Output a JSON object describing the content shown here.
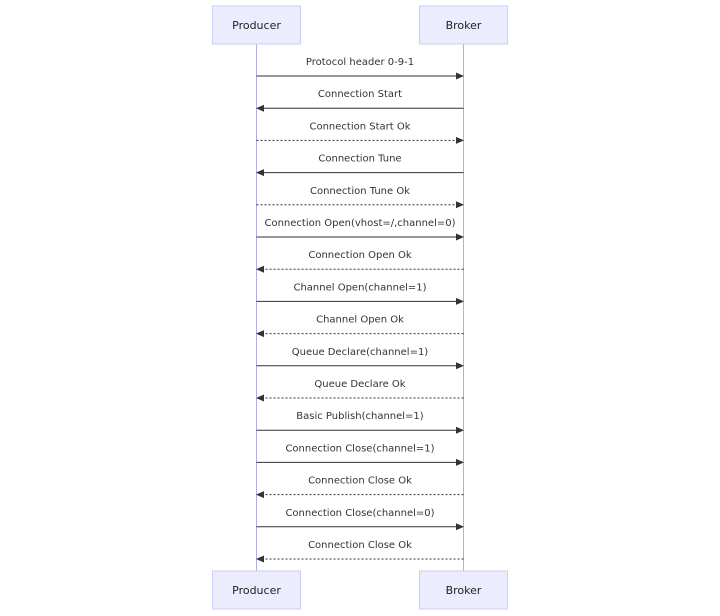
{
  "participants": [
    {
      "name": "Producer"
    },
    {
      "name": "Broker"
    }
  ],
  "messages": [
    {
      "label": "Protocol header 0-9-1",
      "from": "Producer",
      "to": "Broker",
      "style": "solid"
    },
    {
      "label": "Connection Start",
      "from": "Broker",
      "to": "Producer",
      "style": "solid"
    },
    {
      "label": "Connection Start Ok",
      "from": "Producer",
      "to": "Broker",
      "style": "dashed"
    },
    {
      "label": "Connection Tune",
      "from": "Broker",
      "to": "Producer",
      "style": "solid"
    },
    {
      "label": "Connection Tune Ok",
      "from": "Producer",
      "to": "Broker",
      "style": "dashed"
    },
    {
      "label": "Connection Open(vhost=/,channel=0)",
      "from": "Producer",
      "to": "Broker",
      "style": "solid"
    },
    {
      "label": "Connection Open Ok",
      "from": "Broker",
      "to": "Producer",
      "style": "dashed"
    },
    {
      "label": "Channel Open(channel=1)",
      "from": "Producer",
      "to": "Broker",
      "style": "solid"
    },
    {
      "label": "Channel Open Ok",
      "from": "Broker",
      "to": "Producer",
      "style": "dashed"
    },
    {
      "label": "Queue Declare(channel=1)",
      "from": "Producer",
      "to": "Broker",
      "style": "solid"
    },
    {
      "label": "Queue Declare Ok",
      "from": "Broker",
      "to": "Producer",
      "style": "dashed"
    },
    {
      "label": "Basic Publish(channel=1)",
      "from": "Producer",
      "to": "Broker",
      "style": "solid"
    },
    {
      "label": "Connection Close(channel=1)",
      "from": "Producer",
      "to": "Broker",
      "style": "solid"
    },
    {
      "label": "Connection Close Ok",
      "from": "Broker",
      "to": "Producer",
      "style": "dashed"
    },
    {
      "label": "Connection Close(channel=0)",
      "from": "Producer",
      "to": "Broker",
      "style": "solid"
    },
    {
      "label": "Connection Close Ok",
      "from": "Broker",
      "to": "Producer",
      "style": "dashed"
    }
  ]
}
